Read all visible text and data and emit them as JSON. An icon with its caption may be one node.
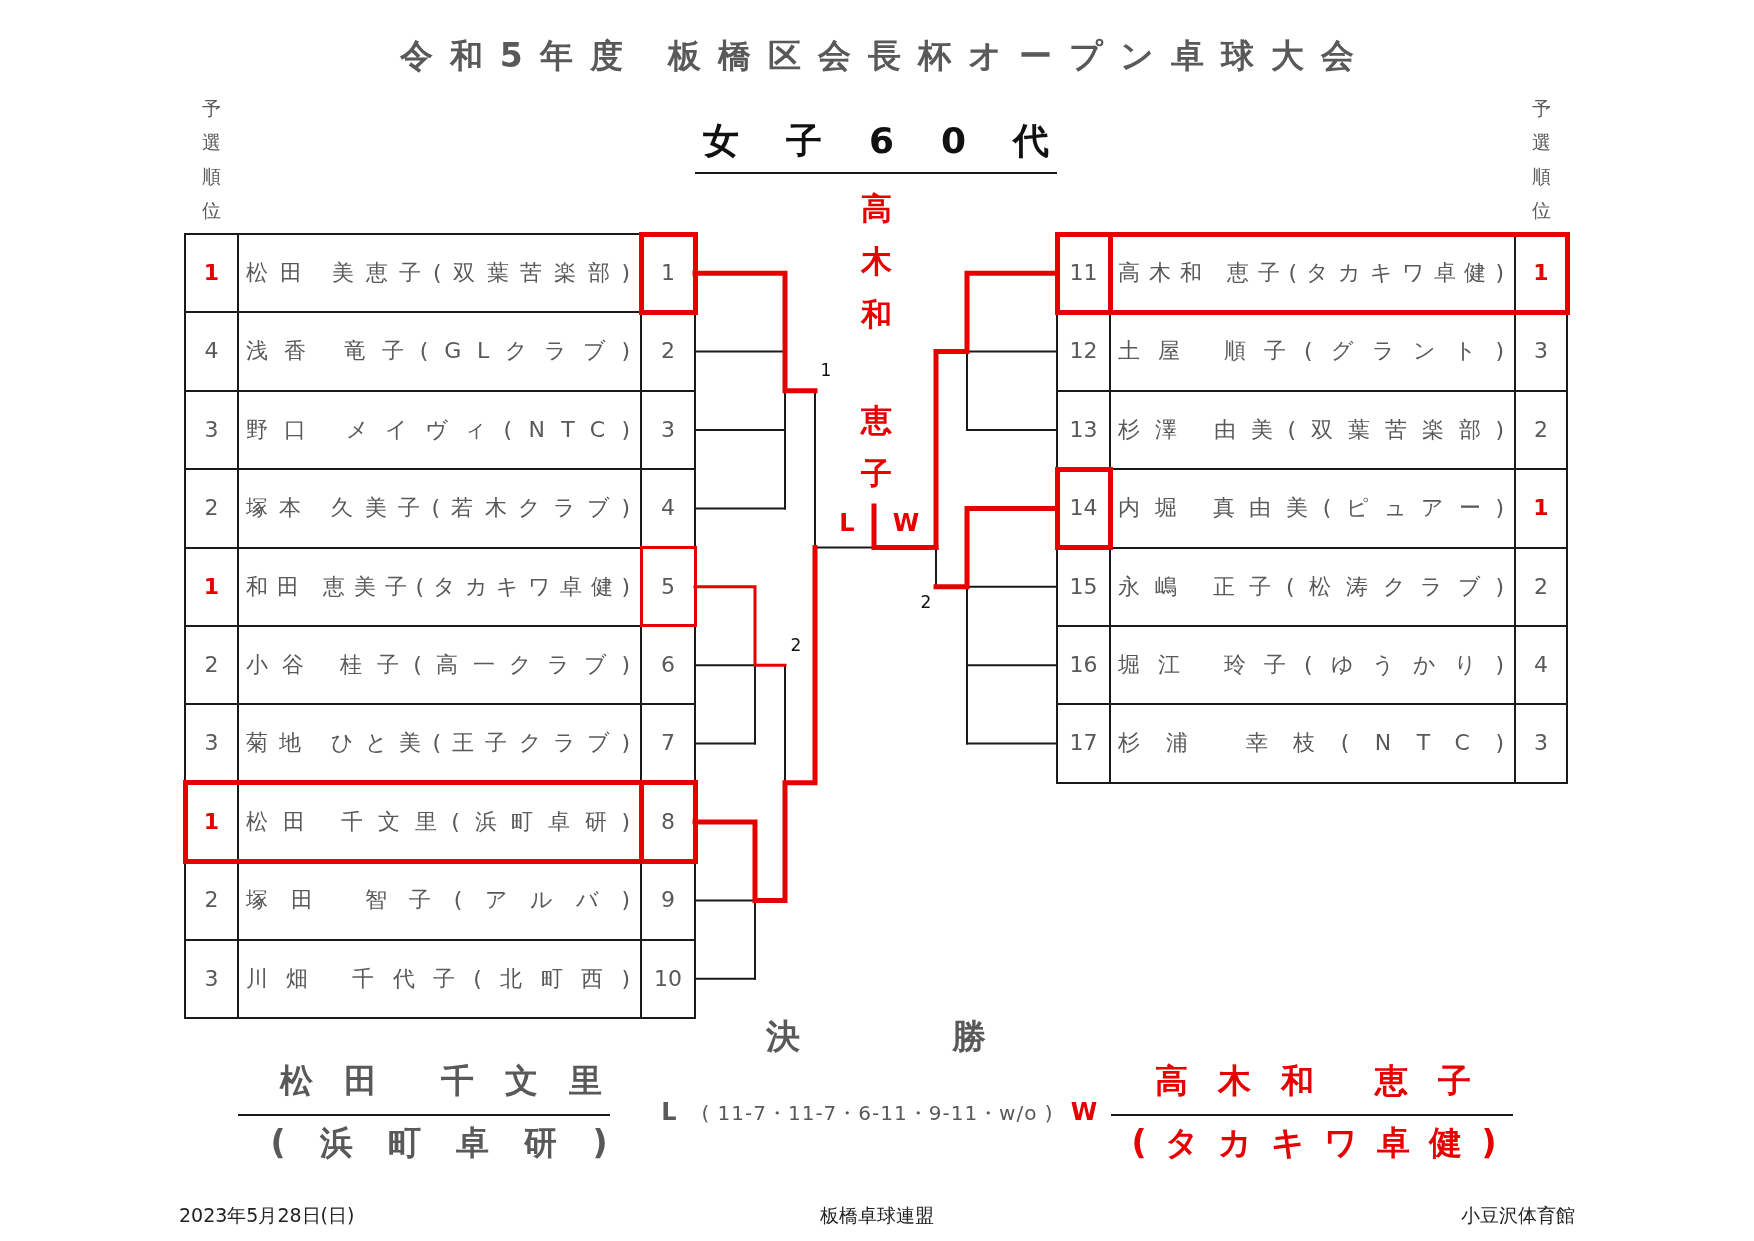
{
  "diagram": {
    "title": "令和5年度 板橋区会長杯オープン卓球大会",
    "labels": [
      "予選順位",
      "女子60代",
      "予選順位",
      "高木和恵子",
      "1",
      "松田 美恵子(双葉苦楽部)",
      "1",
      "4",
      "浅香 竜子(GLクラブ)",
      "2",
      "3",
      "野口 メイヴィ(NTC)",
      "3",
      "2",
      "塚本 久美子(若木クラブ)",
      "4",
      "1",
      "和田 恵美子(タカキワ卓健)",
      "5",
      "2",
      "小谷 桂子(高一クラブ)",
      "6",
      "3",
      "菊地 ひと美(王子クラブ)",
      "7",
      "1",
      "松田 千文里(浜町卓研)",
      "8",
      "2",
      "塚田 智子(アルバ)",
      "9",
      "3",
      "川畑 千代子(北町西)",
      "10",
      "11",
      "高木和 恵子(タカキワ卓健)",
      "1",
      "12",
      "土屋 順子(グラント)",
      "3",
      "13",
      "杉澤 由美(双葉苦楽部)",
      "2",
      "14",
      "内堀 真由美(ピュアー)",
      "1",
      "15",
      "永嶋 正子(松涛クラブ)",
      "2",
      "16",
      "堀江 玲子(ゆうかり)",
      "4",
      "17",
      "杉浦 幸枝(NTC)",
      "3",
      "1",
      "L",
      "W",
      "2",
      "2",
      "決勝",
      "松田 千文里",
      "(浜町卓研)",
      "L",
      "( 11-7・11-7・6-11・9-11・w/o )",
      "W",
      "高木和 恵子",
      "(タカキワ卓健)",
      "2023年5月28日(日)",
      "板橋卓球連盟",
      "小豆沢体育館"
    ]
  }
}
